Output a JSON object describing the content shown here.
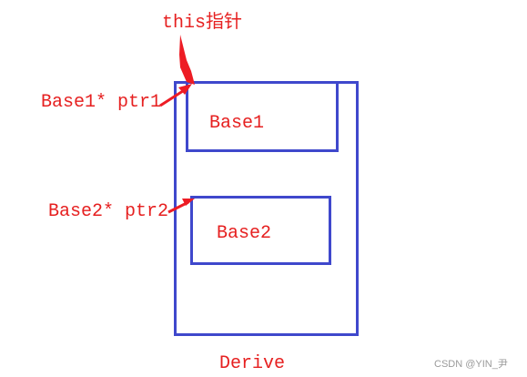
{
  "diagram": {
    "this_pointer_label": "this指针",
    "base1_pointer_label": "Base1* ptr1",
    "base2_pointer_label": "Base2* ptr2",
    "base1_label": "Base1",
    "base2_label": "Base2",
    "derive_label": "Derive"
  },
  "watermark": "CSDN @YIN_尹",
  "colors": {
    "box": "#3f48cc",
    "text": "#e62020",
    "arrow": "#ed1c24"
  }
}
